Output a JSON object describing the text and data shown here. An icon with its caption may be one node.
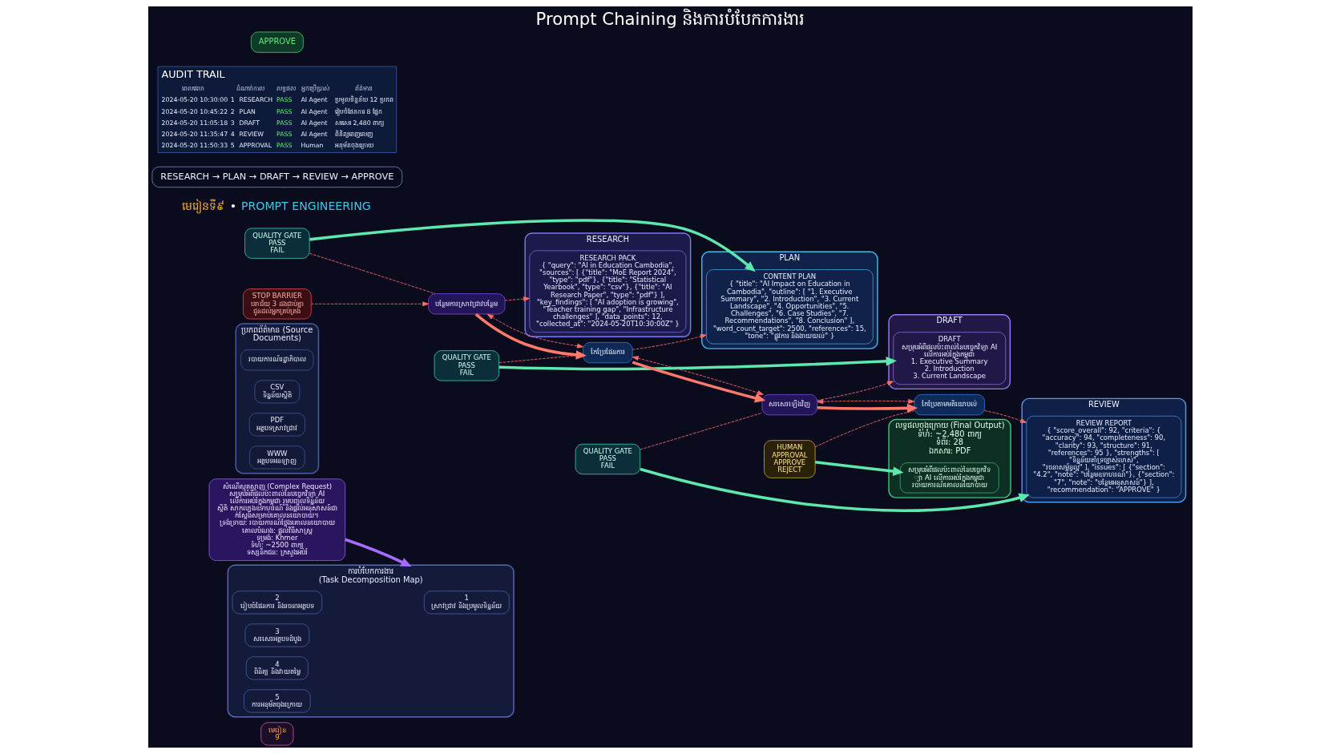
{
  "diagram": {
    "title": "Prompt Chaining និងការបំបែកការងារ",
    "nodes": [
      {
        "text": [
          "មេរៀន",
          "9"
        ]
      },
      {
        "text": [
          "សំណើស្មុគស្មាញ (Complex Request)",
          "សម្រុបអំពីផលប៉ះពាល់នៃបច្ចេកវិទ្យា AI លើការអប់រំក្នុងកម្ពុជា រួមបញ្ចូលទិន្នន័យ ស្ថិតិ សាកល្បងឧទាហរណ៍ និងផ្តល់អនុសាសន៍ជាក់ស្តែងសម្រាប់គោលនយោបាយ។",
          "ទ្រង់ទ្រាយ: របាយការណ៍ថ្លែងគោលនយោបាយ",
          "គោលបំណង: ផ្តល់វិធីសាស្ត្រ",
          "ទម្រង់: Khmer",
          "ទំហំ: ~2500 ពាក្យ",
          "ទស្សនិកជន: ក្រសួងអប់រំ"
        ]
      },
      {
        "text": [
          "ការបំបែកការងារ",
          "(Task Decomposition Map)"
        ]
      },
      {
        "text": [
          "1",
          "ស្រាវជ្រាវ និងប្រមូលទិន្នន័យ"
        ],
        "in": 2
      },
      {
        "text": [
          "2",
          "រៀបចំផែនការ និងរចនាអត្ថបទ"
        ],
        "in": 2
      },
      {
        "text": [
          "3",
          "សរសេរអត្ថបទដំបូង"
        ],
        "in": 2
      },
      {
        "text": [
          "4",
          "ពិនិត្យ និងវាយតម្លៃ"
        ],
        "in": 2
      },
      {
        "text": [
          "5",
          "ការអនុម័តចុងក្រោយ"
        ],
        "in": 2
      },
      {
        "text": [
          "ប្រភពព័ត៌មាន (Source Documents)"
        ]
      },
      {
        "text": [
          "របាយការណ៍រដ្ឋាភិបាល"
        ],
        "in": 8
      },
      {
        "text": [
          "CSV",
          "ទិន្នន័យស្ថិតិ"
        ],
        "in": 8
      },
      {
        "text": [
          "PDF",
          "អត្ថបទស្រាវជ្រាវ"
        ],
        "in": 8
      },
      {
        "text": [
          "WWW",
          "អត្ថបទអនឡាញ"
        ],
        "in": 8
      },
      {
        "text": [
          "RESEARCH"
        ]
      },
      {
        "text": [
          "RESEARCH PACK",
          "{ \"query\": \"AI in Education Cambodia\", \"sources\": [ {\"title\": \"MoE Report 2024\", \"type\": \"pdf\"}, {\"title\": \"Statistical Yearbook\", \"type\": \"csv\"}, {\"title\": \"AI Research Paper\", \"type\": \"pdf\"} ], \"key_findings\": [ \"AI adoption is growing\", \"Teacher training gap\", \"Infrastructure challenges\" ], \"data_points\": 12, \"collected_at\": \"2024-05-20T10:30:00Z\" }"
        ],
        "in": 13
      },
      {
        "text": [
          "QUALITY GATE",
          "PASS",
          "FAIL"
        ]
      },
      {
        "text": [
          "PLAN"
        ]
      },
      {
        "text": [
          "CONTENT PLAN",
          "{ \"title\": \"AI Impact on Education in Cambodia\", \"outline\": [ \"1. Executive Summary\", \"2. Introduction\", \"3. Current Landscape\", \"4. Opportunities\", \"5. Challenges\", \"6. Case Studies\", \"7. Recommendations\", \"8. Conclusion\" ], \"word_count_target\": 2500, \"references\": 15, \"tone\": \"ផ្លូវការ និងងាយយល់\" }"
        ],
        "in": 16
      },
      {
        "text": [
          "QUALITY GATE",
          "PASS",
          "FAIL"
        ]
      },
      {
        "text": [
          "DRAFT"
        ]
      },
      {
        "text": [
          "DRAFT",
          "សម្រុបអំពីផលប៉ះពាល់នៃបច្ចេកវិទ្យា AI លើការអប់រំក្នុងកម្ពុជា",
          "1. Executive Summary",
          "2. Introduction",
          "3. Current Landscape"
        ],
        "in": 19
      },
      {
        "text": [
          "QUALITY GATE",
          "PASS",
          "FAIL"
        ]
      },
      {
        "text": [
          "REVIEW"
        ]
      },
      {
        "text": [
          "REVIEW REPORT",
          "{ \"score_overall\": 92, \"criteria\": { \"accuracy\": 94, \"completeness\": 90, \"clarity\": 93, \"structure\": 91, \"references\": 95 }, \"strengths\": [ \"ទិន្នន័យគាំទ្រច្បាស់លាស់\", \"រចនាសម្ព័ន្ធល្អ\" ], \"issues\": [ {\"section\": \"4.2\", \"note\": \"បន្ថែមឧទាហរណ៍\"}, {\"section\": \"7\", \"note\": \"បន្ថែមអនុសាសន៍\"} ], \"recommendation\": \"APPROVE\" }"
        ],
        "in": 22
      },
      {
        "text": [
          "HUMAN APPROVAL",
          "APPROVE",
          "REJECT"
        ]
      },
      {
        "text": [
          "លទ្ធផលចុងក្រោយ (Final Output)",
          "ទំហំ: ~2,480 ពាក្យ",
          "ទំព័រ: 28",
          "ឯកសារ: PDF"
        ]
      },
      {
        "text": [
          "សម្រុបអំពីផលប៉ះពាល់នៃបច្ចេកវិទ្យា AI លើការអប់រំក្នុងកម្ពុជា",
          "របាយការណ៍គោលនយោបាយ"
        ],
        "in": 25
      },
      {
        "text": [
          "STOP BARRIER",
          "បរាជ័យ 3 ដងជាប់គ្នា ជូនដល់អ្នកគ្រប់គ្រង"
        ]
      },
      {
        "text": [
          "បន្ថែមការស្រាវជ្រាវបន្ថែម"
        ]
      },
      {
        "text": [
          "កែប្រែផែនការ"
        ]
      },
      {
        "text": [
          "សរសេរឡើងវិញ"
        ]
      },
      {
        "text": [
          "កែប្រែតាមមតិយោបល់"
        ]
      }
    ],
    "edges": [
      {
        "from": 1,
        "to": 2,
        "arrow": "to",
        "style": "thick",
        "color": "#a66bff"
      },
      {
        "from": 15,
        "to": 17,
        "arrow": "to",
        "style": "thick",
        "color": "#5ee8b0"
      },
      {
        "from": 18,
        "to": 20,
        "arrow": "to",
        "style": "thick",
        "color": "#5ee8b0"
      },
      {
        "from": 21,
        "to": 23,
        "arrow": "to",
        "style": "thick",
        "color": "#5ee8b0"
      },
      {
        "from": 24,
        "to": 26,
        "arrow": "to",
        "style": "thick",
        "color": "#5ee8b0"
      },
      {
        "from": 15,
        "to": 28,
        "arrow": "none",
        "style": "dashed",
        "color": "#ff6b6b"
      },
      {
        "from": 18,
        "to": 29,
        "arrow": "none",
        "style": "dashed",
        "color": "#ff6b6b"
      },
      {
        "from": 21,
        "to": 30,
        "arrow": "none",
        "style": "dashed",
        "color": "#ff6b6b"
      },
      {
        "from": 24,
        "to": 31,
        "arrow": "none",
        "style": "dashed",
        "color": "#ff6b6b"
      },
      {
        "from": 28,
        "to": 14,
        "arrow": "to",
        "style": "dashed",
        "color": "#ff6b6b"
      },
      {
        "from": 29,
        "to": 17,
        "arrow": "to",
        "style": "dashed",
        "color": "#ff6b6b"
      },
      {
        "from": 30,
        "to": 20,
        "arrow": "to",
        "style": "dashed",
        "color": "#ff6b6b"
      },
      {
        "from": 31,
        "to": 23,
        "arrow": "to",
        "style": "dashed",
        "color": "#ff6b6b"
      },
      {
        "from": 27,
        "to": 28,
        "arrow": "to",
        "style": "dashed",
        "color": "#ff6b6b"
      },
      {
        "from": 28,
        "to": 29,
        "arrow": "to",
        "style": "thick",
        "color": "#ff7a6a"
      },
      {
        "from": 29,
        "to": 30,
        "arrow": "to",
        "style": "thick",
        "color": "#ff7a6a"
      },
      {
        "from": 30,
        "to": 31,
        "arrow": "to",
        "style": "thick",
        "color": "#ff7a6a"
      },
      {
        "from": 28,
        "to": 29,
        "arrow": "both",
        "style": "dashed",
        "color": "#ff6b6b"
      },
      {
        "from": 29,
        "to": 30,
        "arrow": "both",
        "style": "dashed",
        "color": "#ff6b6b"
      },
      {
        "from": 30,
        "to": 31,
        "arrow": "both",
        "style": "dashed",
        "color": "#ff6b6b"
      }
    ],
    "labels": [
      "មេរៀនទី៩",
      "•",
      "PROMPT ENGINEERING",
      "RESEARCH → PLAN → DRAFT → REVIEW → APPROVE",
      "AUDIT TRAIL",
      "ពេលវេលា",
      "ដំណាក់កាល",
      "លទ្ធផល",
      "អ្នកប្រើប្រាស់",
      "ព័ត៌មាន",
      "2024-05-20 10:30:00",
      "1",
      "RESEARCH",
      "PASS",
      "AI Agent",
      "ប្រមូលទិន្នន័យ 12 ប្រភព",
      "2024-05-20 10:45:22",
      "2",
      "PLAN",
      "PASS",
      "AI Agent",
      "រៀបចំផែនការ 8 ផ្នែក",
      "2024-05-20 11:05:18",
      "3",
      "DRAFT",
      "PASS",
      "AI Agent",
      "សរសេរ 2,480 ពាក្យ",
      "2024-05-20 11:35:47",
      "4",
      "REVIEW",
      "PASS",
      "AI Agent",
      "ពិនិត្យពេញលេញ",
      "2024-05-20 11:50:33",
      "5",
      "APPROVAL",
      "PASS",
      "Human",
      "អនុម័តចុងក្រោយ",
      "APPROVE"
    ]
  }
}
